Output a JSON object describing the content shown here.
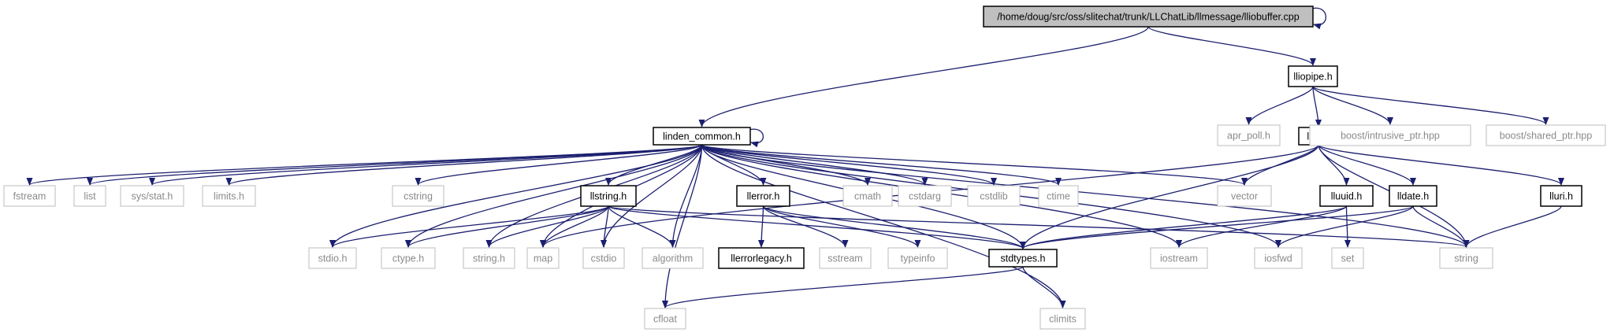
{
  "diagram": {
    "colors": {
      "edge": "#1b1f6e",
      "documented_border": "#000000",
      "documented_text": "#000000",
      "external_border": "#bdbdbd",
      "external_text": "#8a8a8a",
      "root_fill": "#bfbfbf"
    },
    "nodes": [
      {
        "id": "root",
        "label": "/home/doug/src/oss/slitechat/trunk/LLChatLib/llmessage/lliobuffer.cpp",
        "kind": "root"
      },
      {
        "id": "lliopipe",
        "label": "lliopipe.h",
        "kind": "documented"
      },
      {
        "id": "linden_common",
        "label": "linden_common.h",
        "kind": "documented"
      },
      {
        "id": "apr_poll",
        "label": "apr_poll.h",
        "kind": "external"
      },
      {
        "id": "llsd",
        "label": "llsd.h",
        "kind": "documented"
      },
      {
        "id": "boost_intrusive",
        "label": "boost/intrusive_ptr.hpp",
        "kind": "external"
      },
      {
        "id": "boost_shared",
        "label": "boost/shared_ptr.hpp",
        "kind": "external"
      },
      {
        "id": "fstream",
        "label": "fstream",
        "kind": "external"
      },
      {
        "id": "list",
        "label": "list",
        "kind": "external"
      },
      {
        "id": "sys_stat",
        "label": "sys/stat.h",
        "kind": "external"
      },
      {
        "id": "limits_h",
        "label": "limits.h",
        "kind": "external"
      },
      {
        "id": "cstring",
        "label": "cstring",
        "kind": "external"
      },
      {
        "id": "llstring",
        "label": "llstring.h",
        "kind": "documented"
      },
      {
        "id": "llerror",
        "label": "llerror.h",
        "kind": "documented"
      },
      {
        "id": "cmath",
        "label": "cmath",
        "kind": "external"
      },
      {
        "id": "cstdarg",
        "label": "cstdarg",
        "kind": "external"
      },
      {
        "id": "cstdlib",
        "label": "cstdlib",
        "kind": "external"
      },
      {
        "id": "ctime",
        "label": "ctime",
        "kind": "external"
      },
      {
        "id": "vector",
        "label": "vector",
        "kind": "external"
      },
      {
        "id": "lluuid",
        "label": "lluuid.h",
        "kind": "documented"
      },
      {
        "id": "lldate",
        "label": "lldate.h",
        "kind": "documented"
      },
      {
        "id": "lluri",
        "label": "lluri.h",
        "kind": "documented"
      },
      {
        "id": "stdio_h",
        "label": "stdio.h",
        "kind": "external"
      },
      {
        "id": "ctype_h",
        "label": "ctype.h",
        "kind": "external"
      },
      {
        "id": "string_h",
        "label": "string.h",
        "kind": "external"
      },
      {
        "id": "map",
        "label": "map",
        "kind": "external"
      },
      {
        "id": "cstdio",
        "label": "cstdio",
        "kind": "external"
      },
      {
        "id": "algorithm",
        "label": "algorithm",
        "kind": "external"
      },
      {
        "id": "llerrorlegacy",
        "label": "llerrorlegacy.h",
        "kind": "documented"
      },
      {
        "id": "sstream",
        "label": "sstream",
        "kind": "external"
      },
      {
        "id": "typeinfo",
        "label": "typeinfo",
        "kind": "external"
      },
      {
        "id": "stdtypes",
        "label": "stdtypes.h",
        "kind": "documented"
      },
      {
        "id": "iostream",
        "label": "iostream",
        "kind": "external"
      },
      {
        "id": "iosfwd",
        "label": "iosfwd",
        "kind": "external"
      },
      {
        "id": "set",
        "label": "set",
        "kind": "external"
      },
      {
        "id": "string",
        "label": "string",
        "kind": "external"
      },
      {
        "id": "cfloat",
        "label": "cfloat",
        "kind": "external"
      },
      {
        "id": "climits",
        "label": "climits",
        "kind": "external"
      }
    ],
    "edges": [
      [
        "root",
        "root"
      ],
      [
        "root",
        "lliopipe"
      ],
      [
        "root",
        "linden_common"
      ],
      [
        "lliopipe",
        "apr_poll"
      ],
      [
        "lliopipe",
        "llsd"
      ],
      [
        "lliopipe",
        "boost_intrusive"
      ],
      [
        "lliopipe",
        "boost_shared"
      ],
      [
        "linden_common",
        "linden_common"
      ],
      [
        "linden_common",
        "fstream"
      ],
      [
        "linden_common",
        "list"
      ],
      [
        "linden_common",
        "sys_stat"
      ],
      [
        "linden_common",
        "limits_h"
      ],
      [
        "linden_common",
        "stdio_h"
      ],
      [
        "linden_common",
        "ctype_h"
      ],
      [
        "linden_common",
        "cstring"
      ],
      [
        "linden_common",
        "string_h"
      ],
      [
        "linden_common",
        "map"
      ],
      [
        "linden_common",
        "llstring"
      ],
      [
        "linden_common",
        "cstdio"
      ],
      [
        "linden_common",
        "algorithm"
      ],
      [
        "linden_common",
        "llerror"
      ],
      [
        "linden_common",
        "cmath"
      ],
      [
        "linden_common",
        "cstdarg"
      ],
      [
        "linden_common",
        "cstdlib"
      ],
      [
        "linden_common",
        "ctime"
      ],
      [
        "linden_common",
        "stdtypes"
      ],
      [
        "linden_common",
        "vector"
      ],
      [
        "linden_common",
        "iostream"
      ],
      [
        "linden_common",
        "iosfwd"
      ],
      [
        "linden_common",
        "string"
      ],
      [
        "linden_common",
        "cfloat"
      ],
      [
        "linden_common",
        "climits"
      ],
      [
        "llstring",
        "stdio_h"
      ],
      [
        "llstring",
        "ctype_h"
      ],
      [
        "llstring",
        "string_h"
      ],
      [
        "llstring",
        "map"
      ],
      [
        "llstring",
        "cstdio"
      ],
      [
        "llstring",
        "algorithm"
      ],
      [
        "llstring",
        "stdtypes"
      ],
      [
        "llstring",
        "string"
      ],
      [
        "llerror",
        "llerrorlegacy"
      ],
      [
        "llerror",
        "sstream"
      ],
      [
        "llerror",
        "typeinfo"
      ],
      [
        "llerror",
        "stdtypes"
      ],
      [
        "llsd",
        "map"
      ],
      [
        "llsd",
        "vector"
      ],
      [
        "llsd",
        "string"
      ],
      [
        "llsd",
        "stdtypes"
      ],
      [
        "llsd",
        "lluuid"
      ],
      [
        "llsd",
        "lldate"
      ],
      [
        "llsd",
        "lluri"
      ],
      [
        "lluuid",
        "stdtypes"
      ],
      [
        "lluuid",
        "iostream"
      ],
      [
        "lluuid",
        "set"
      ],
      [
        "lldate",
        "stdtypes"
      ],
      [
        "lldate",
        "iosfwd"
      ],
      [
        "lldate",
        "string"
      ],
      [
        "lluri",
        "string"
      ],
      [
        "stdtypes",
        "cfloat"
      ],
      [
        "stdtypes",
        "climits"
      ]
    ]
  }
}
